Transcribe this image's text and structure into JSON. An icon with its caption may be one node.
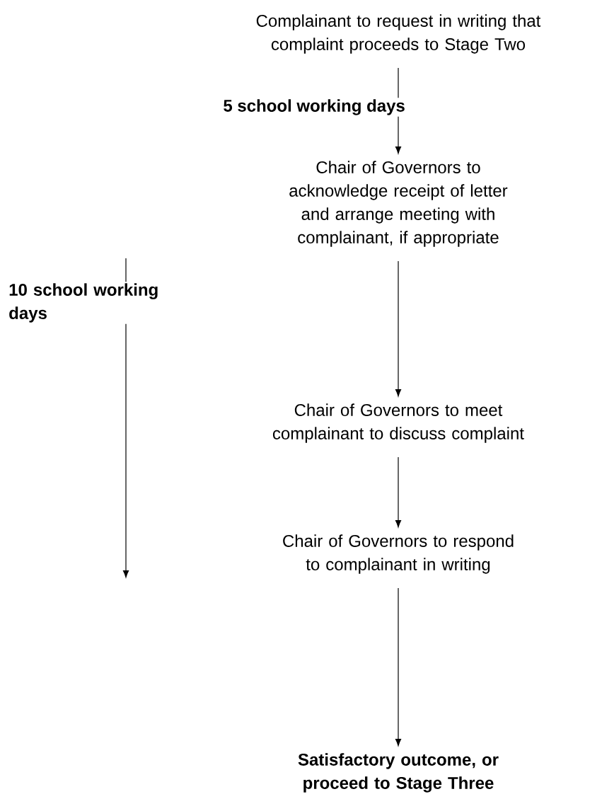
{
  "diagram": {
    "nodes": [
      {
        "text": [
          "Complainant to request in writing that complaint proceeds to Stage Two"
        ]
      },
      {
        "text": [
          "Chair of Governors to acknowledge receipt of letter and arrange meeting with complainant, if appropriate"
        ]
      },
      {
        "text": [
          "Chair of Governors to meet complainant to discuss complaint"
        ]
      },
      {
        "text": [
          "Chair of Governors to respond to complainant in writing"
        ]
      },
      {
        "text": [
          "Satisfactory outcome, or proceed to Stage Three"
        ]
      }
    ],
    "edges": [
      {
        "from": 0,
        "to": 1,
        "arrow": "to",
        "label": "5 school working days"
      },
      {
        "from": 1,
        "to": 2,
        "arrow": "to"
      },
      {
        "from": 2,
        "to": 3,
        "arrow": "to"
      },
      {
        "from": 3,
        "to": 4,
        "arrow": "to"
      }
    ],
    "labels": [
      "10 school working days"
    ]
  }
}
